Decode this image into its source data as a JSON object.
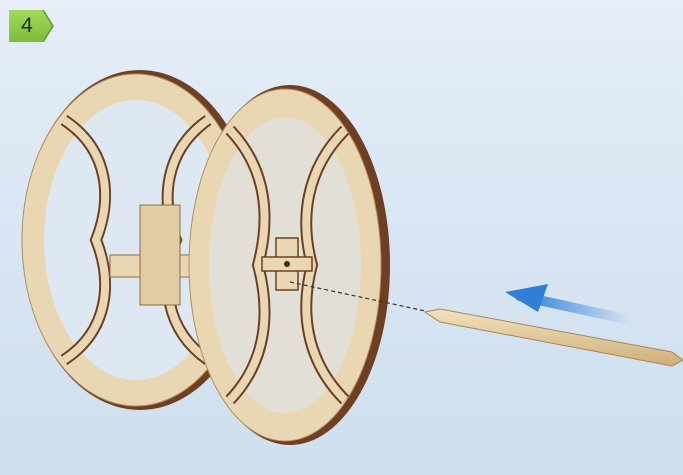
{
  "step": {
    "number": "4",
    "badge_color": "#8cc63f",
    "badge_dark": "#5f9a2a"
  },
  "illustration": {
    "subject": "wooden-gear-spool-assembly",
    "parts": [
      "rear-gear",
      "front-gear",
      "cross-connectors",
      "toothpick-axle"
    ],
    "action": "insert-axle",
    "arrow_color": "#3a8fe0",
    "wood_color": "#e9d7b3",
    "wood_edge_color": "#6e3f22"
  }
}
